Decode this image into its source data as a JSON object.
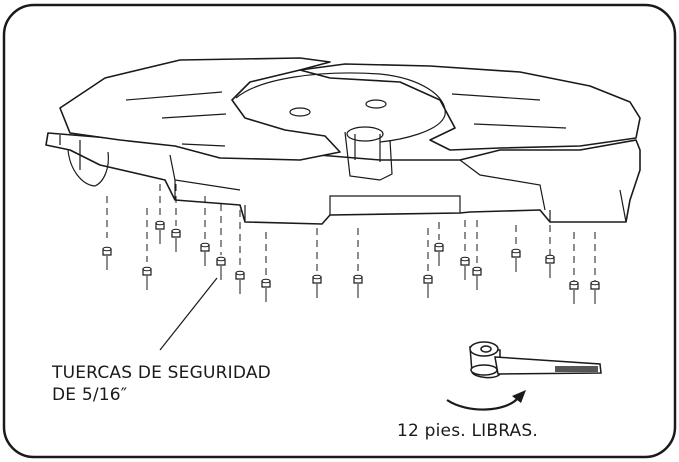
{
  "labels": {
    "nuts_line1": "TUERCAS DE SEGURIDAD",
    "nuts_line2": "DE 5/16″",
    "torque": "12 pies. LIBRAS."
  },
  "colors": {
    "line": "#1a1a1a",
    "background": "#ffffff"
  }
}
